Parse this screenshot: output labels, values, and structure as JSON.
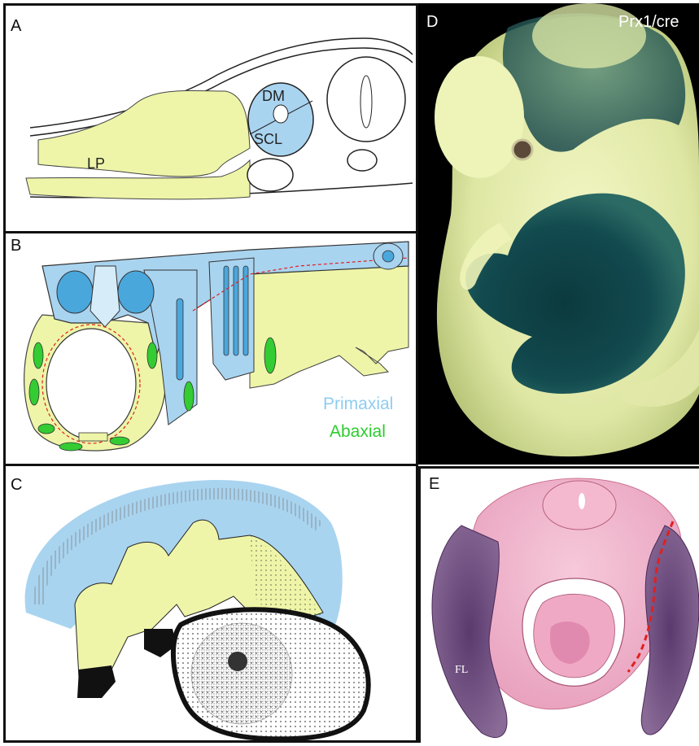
{
  "figure": {
    "panels": {
      "a": {
        "letter": "A",
        "labels": {
          "lp": "LP",
          "dm": "DM",
          "scl": "SCL"
        }
      },
      "b": {
        "letter": "B",
        "legend": {
          "primaxial": "Primaxial",
          "abaxial": "Abaxial"
        }
      },
      "c": {
        "letter": "C"
      },
      "d": {
        "letter": "D",
        "label": "Prx1/cre"
      },
      "e": {
        "letter": "E",
        "label": "FL"
      }
    },
    "colors": {
      "lateral_plate": "#eef5a8",
      "somite_blue": "#a9d4f0",
      "dark_blue": "#4aa7dc",
      "abaxial_green": "#33cc33",
      "boundary_red": "#e02020",
      "primaxial_text": "#8ecdf0",
      "abaxial_text": "#2ecc2e"
    }
  }
}
